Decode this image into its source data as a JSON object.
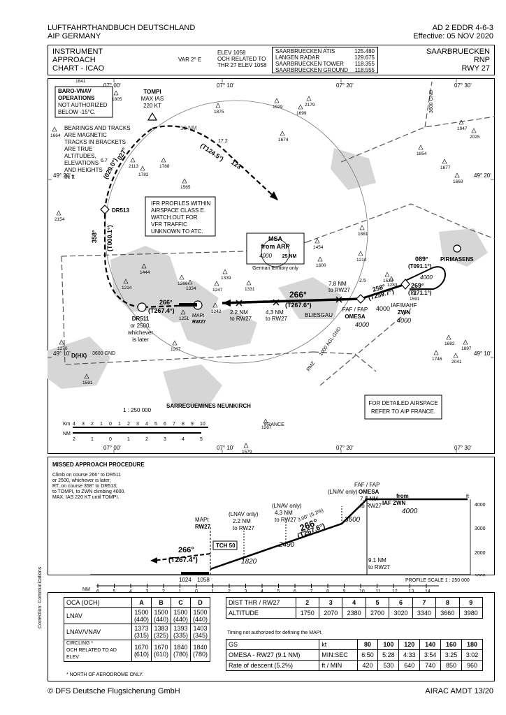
{
  "header": {
    "left_line1": "LUFTFAHRTHANDBUCH DEUTSCHLAND",
    "left_line2": "AIP  GERMANY",
    "right_line1": "AD 2  EDDR 4-6-3",
    "right_line2": "Effective: 05 NOV 2020"
  },
  "titlebar": {
    "chart_type": [
      "INSTRUMENT",
      "APPROACH",
      "CHART - ICAO"
    ],
    "var": "VAR 2° E",
    "elev_lines": [
      "ELEV  1058",
      "OCH RELATED TO",
      "THR  27  ELEV 1058"
    ],
    "freqs": [
      {
        "name": "SAARBRUECKEN ATIS",
        "freq": "125.480"
      },
      {
        "name": "LANGEN RADAR",
        "freq": "129.675"
      },
      {
        "name": "SAARBRUECKEN TOWER",
        "freq": "118.355"
      },
      {
        "name": "SAARBRUECKEN GROUND",
        "freq": "118.555"
      }
    ],
    "airport": [
      "SAARBRUECKEN",
      "RNP",
      "RWY 27"
    ]
  },
  "planview": {
    "lon_labels": [
      "07° 00'",
      "07° 10'",
      "07° 20'",
      "07° 30'"
    ],
    "lat_labels": [
      "49° 20'",
      "49° 10'"
    ],
    "baro_note": [
      "BARO-VNAV",
      "OPERATIONS",
      "NOT AUTHORIZED",
      "BELOW -15°C."
    ],
    "bearing_note": [
      "BEARINGS AND TRACKS",
      "ARE MAGNETIC",
      "TRACKS IN BRACKETS",
      "ARE TRUE",
      "ALTITUDES,",
      "ELEVATIONS",
      "AND HEIGHTS",
      "IN ft"
    ],
    "tompi": [
      "TOMPI",
      "MAX IAS",
      "220 KT"
    ],
    "ifr_note": [
      "IFR PROFILES WITHIN",
      "AIRSPACE CLASS E.",
      "WATCH OUT FOR",
      "VFR TRAFFIC",
      "UNKNOWN TO ATC."
    ],
    "msa": {
      "title": "MSA",
      "sub": "from ARP",
      "alt": "4000",
      "radius": "25 NM",
      "note": "German territory only"
    },
    "ten_nm": "10 NM",
    "track_tompi": [
      "(T124.5°)",
      "123°"
    ],
    "track_dr513_in": [
      "(029.0°)",
      "027°"
    ],
    "dr513": "DR513",
    "track_358": [
      "358°",
      "(T000.1°)"
    ],
    "dr511": [
      "DR511",
      "or 2500,",
      "whichever",
      "is later"
    ],
    "track_266_left": [
      "266°",
      "(T267.4°)"
    ],
    "mapt": [
      "MAPt",
      "RW27"
    ],
    "dist_22": [
      "2.2 NM",
      "to RW27"
    ],
    "dist_43": [
      "4.3 NM",
      "to RW27"
    ],
    "dist_78": [
      "7.8 NM",
      "to RW27"
    ],
    "track_266_main": [
      "266°",
      "(T267.6°)"
    ],
    "bliesgau": "BLIESGAU",
    "omesa": [
      "FAF / FAP",
      "OMESA",
      "4000"
    ],
    "faf_alt": "4000",
    "track_258": [
      "258°",
      "(T259.7°)"
    ],
    "zwn": [
      "IAF/MAHF",
      "ZWN",
      "4000"
    ],
    "hold": [
      "089°",
      "(T091.1°)",
      "4000",
      "269°",
      "(T271.1°)"
    ],
    "pirmasens": "PIRMASENS",
    "sarreguemines": "SARREGUEMINES NEUNKIRCH",
    "france": "FRANCE",
    "airspace_note": [
      "FOR DETAILED AIRSPACE",
      "REFER TO AIP FRANCE."
    ],
    "scale": "1 : 250 000",
    "km_label": "Km",
    "nm_label": "NM",
    "km_ticks": [
      "4",
      "3",
      "2",
      "1",
      "0",
      "1",
      "2",
      "3",
      "4",
      "5",
      "6",
      "7",
      "8",
      "9",
      "10"
    ],
    "nm_ticks": [
      "2",
      "1",
      "0",
      "1",
      "2",
      "3",
      "4",
      "5"
    ],
    "elevations": [
      "1841",
      "1805",
      "1875",
      "1929",
      "2179",
      "1699",
      "1664",
      "1674",
      "1947",
      "2025",
      "2113",
      "1782",
      "1788",
      "1565",
      "1854",
      "1677",
      "1669",
      "2154",
      "1881",
      "1454",
      "1600",
      "1444",
      "1266",
      "1334",
      "1339",
      "1247",
      "1331",
      "1214",
      "1523",
      "1283",
      "1214",
      "1251",
      "1242",
      "1591",
      "1270",
      "1207",
      "1682",
      "1897",
      "1746",
      "2041",
      "1591",
      "1287",
      "1579"
    ],
    "airspace_labels": [
      "3600 GND",
      "D(HX)",
      "3600 GND",
      "RMZ",
      "1000 AGL GND",
      "2.5",
      "17.2",
      "6.7"
    ]
  },
  "missed": {
    "title": "MISSED APPROACH PROCEDURE",
    "text": [
      "Climb on course 266° to DR511",
      "or 2500, whichever is later;",
      "RT, on course 358° to DR513;",
      "to TOMPI, to ZWN climbing 4000.",
      "MAX. IAS 220 KT until TOMPI."
    ]
  },
  "profile": {
    "faf": [
      "FAF / FAP",
      "OMESA",
      "7.8 NM",
      "to RW27"
    ],
    "lnav_only_1": "(LNAV only)",
    "from_iaf": [
      "from",
      "IAF ZWN"
    ],
    "alt_4000": "4000",
    "alt_3600": "3600",
    "lnav_only_2": [
      "(LNAV only)",
      "4.3 NM",
      "to RW27"
    ],
    "lnav_only_3": [
      "(LNAV only)",
      "2.2 NM",
      "to RW27"
    ],
    "alt_2490": "2490",
    "alt_1820": "1820",
    "mapt": [
      "MAPt",
      "RW27"
    ],
    "glide": [
      "3.00° (5.2%)",
      "266°",
      "(T267.6°)"
    ],
    "missed_track": [
      "266°",
      "(T267.4°)"
    ],
    "tch": "TCH 50",
    "dist_91": [
      "9.1 NM",
      "to RW27"
    ],
    "ft_label": "ft",
    "ft_ticks": [
      "4000",
      "3000",
      "2000",
      "1000"
    ],
    "elev_1024": "1024",
    "elev_1058": "1058",
    "scale": "PROFILE  SCALE 1 : 250 000",
    "nm_label": "NM",
    "nm_ticks": [
      "6",
      "5",
      "4",
      "3",
      "2",
      "1",
      "0",
      "1",
      "2",
      "3",
      "4",
      "5",
      "6",
      "7",
      "8",
      "9",
      "10",
      "11",
      "12",
      "13",
      "14"
    ]
  },
  "minima": {
    "headers": [
      "OCA (OCH)",
      "A",
      "B",
      "C",
      "D"
    ],
    "rows": [
      {
        "label": "LNAV",
        "cells": [
          "1500\n(440)",
          "1500\n(440)",
          "1500\n(440)",
          "1500\n(440)"
        ]
      },
      {
        "label": "LNAV/VNAV",
        "cells": [
          "1373\n(315)",
          "1383\n(325)",
          "1393\n(335)",
          "1403\n(345)"
        ]
      },
      {
        "label": "CIRCLING *\nOCH RELATED TO AD ELEV",
        "cells": [
          "1670\n(610)",
          "1670\n(610)",
          "1840\n(780)",
          "1840\n(780)"
        ]
      }
    ],
    "footnote": "* NORTH OF AERODROME ONLY."
  },
  "distalt": {
    "headers": [
      "DIST THR / RW27",
      "2",
      "3",
      "4",
      "5",
      "6",
      "7",
      "8",
      "9"
    ],
    "row": [
      "ALTITUDE",
      "1750",
      "2070",
      "2380",
      "2700",
      "3020",
      "3340",
      "3660",
      "3980"
    ]
  },
  "timing": {
    "note": "Timing not authorized for defining the MAPt.",
    "headers": [
      "GS",
      "kt",
      "80",
      "100",
      "120",
      "140",
      "160",
      "180"
    ],
    "rows": [
      [
        "OMESA - RW27 (9.1 NM)",
        "MIN:SEC",
        "6:50",
        "5:28",
        "4:33",
        "3:54",
        "3:25",
        "3:02"
      ],
      [
        "Rate of descent (5.2%)",
        "ft / MIN",
        "420",
        "530",
        "640",
        "740",
        "850",
        "960"
      ]
    ]
  },
  "footer": {
    "left": "© DFS Deutsche Flugsicherung GmbH",
    "right": "AIRAC AMDT 13/20",
    "margin": "Correction: Communications"
  }
}
